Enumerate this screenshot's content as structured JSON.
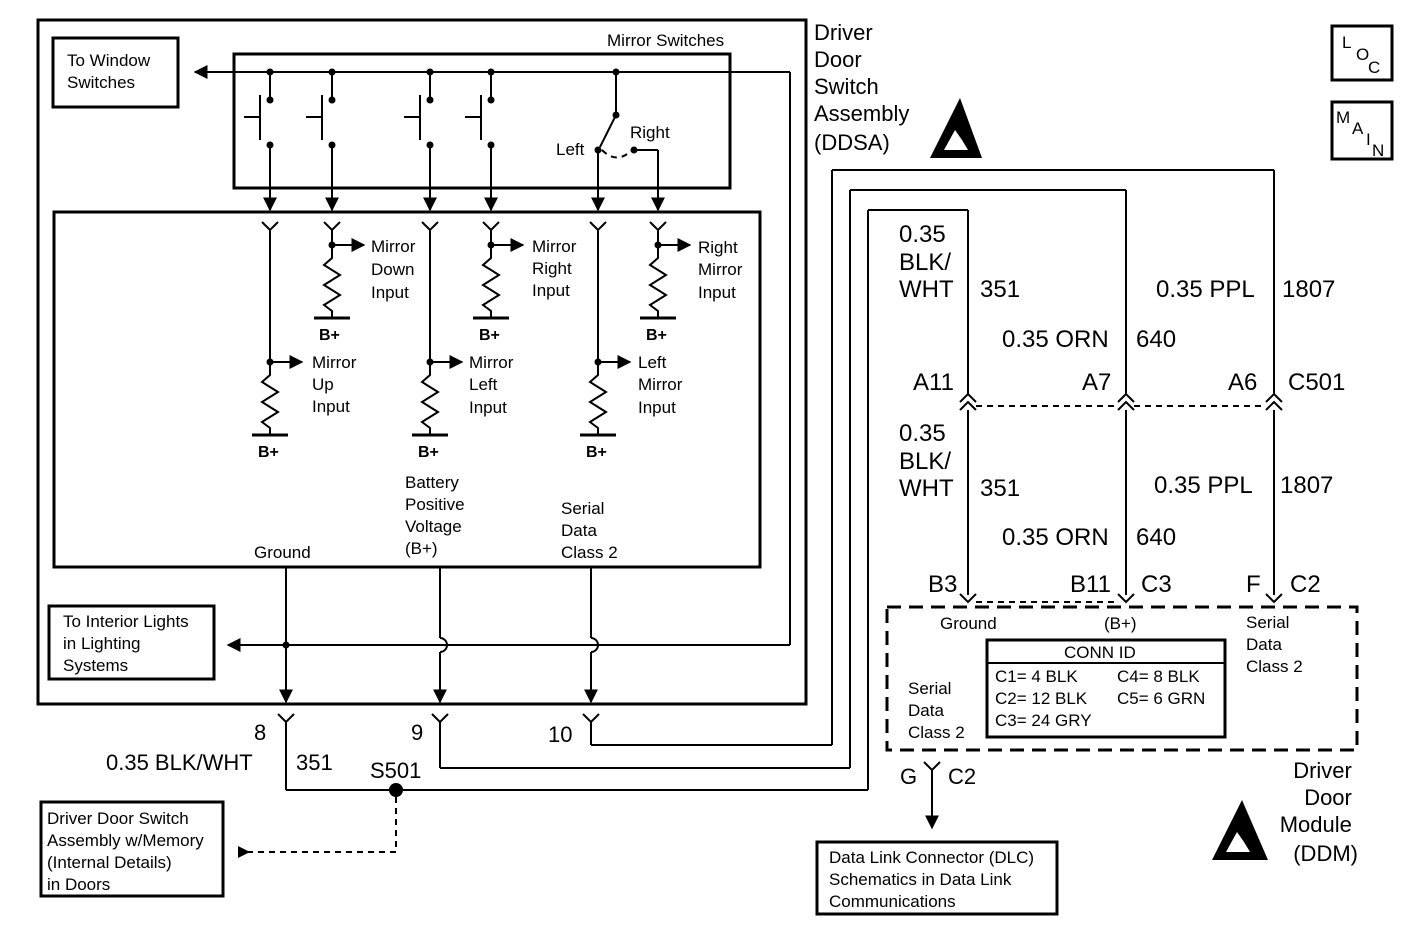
{
  "ddsa": {
    "title": [
      "Driver",
      "Door",
      "Switch",
      "Assembly",
      "(DDSA)"
    ],
    "mirror_switches_label": "Mirror Switches",
    "left_label": "Left",
    "right_label": "Right",
    "inputs": {
      "mirror_down": [
        "Mirror",
        "Down",
        "Input"
      ],
      "mirror_right": [
        "Mirror",
        "Right",
        "Input"
      ],
      "right_mirror": [
        "Right",
        "Mirror",
        "Input"
      ],
      "mirror_up": [
        "Mirror",
        "Up",
        "Input"
      ],
      "mirror_left": [
        "Mirror",
        "Left",
        "Input"
      ],
      "left_mirror": [
        "Left",
        "Mirror",
        "Input"
      ]
    },
    "bplus": "B+",
    "ground": "Ground",
    "battery": [
      "Battery",
      "Positive",
      "Voltage",
      "(B+)"
    ],
    "serial": [
      "Serial",
      "Data",
      "Class 2"
    ]
  },
  "refs": {
    "window": [
      "To Window",
      "Switches"
    ],
    "interior": [
      "To Interior Lights",
      "in Lighting",
      "Systems"
    ],
    "memory": [
      "Driver Door Switch",
      "Assembly w/Memory",
      "(Internal Details)",
      "in Doors"
    ],
    "dlc": [
      "Data Link Connector (DLC)",
      "Schematics in Data Link",
      "Communications"
    ]
  },
  "pins": {
    "p8": "8",
    "p9": "9",
    "p10": "10"
  },
  "splice": "S501",
  "wires": {
    "bottom_color": "0.35 BLK/WHT",
    "bottom_circuit": "351",
    "blk_wht": [
      "0.35",
      "BLK/",
      "WHT"
    ],
    "c351": "351",
    "ppl": "0.35 PPL",
    "c1807": "1807",
    "orn": "0.35 ORN",
    "c640": "640"
  },
  "c501": {
    "a11": "A11",
    "a7": "A7",
    "a6": "A6",
    "name": "C501"
  },
  "ddm": {
    "b3": "B3",
    "b11": "B11",
    "c3": "C3",
    "f": "F",
    "c2": "C2",
    "g": "G",
    "gc2": "C2",
    "ground": "Ground",
    "bplus": "(B+)",
    "serial_right": [
      "Serial",
      "Data",
      "Class 2"
    ],
    "serial_left": [
      "Serial",
      "Data",
      "Class 2"
    ],
    "title": [
      "Driver",
      "Door",
      "Module",
      "(DDM)"
    ]
  },
  "conn_id": {
    "title": "CONN ID",
    "c1": "C1= 4 BLK",
    "c2": "C2= 12 BLK",
    "c3": "C3= 24 GRY",
    "c4": "C4= 8 BLK",
    "c5": "C5= 6 GRN"
  },
  "nav": {
    "loc": [
      "L",
      "O",
      "C"
    ],
    "main": [
      "M",
      "A",
      "I",
      "N"
    ]
  }
}
